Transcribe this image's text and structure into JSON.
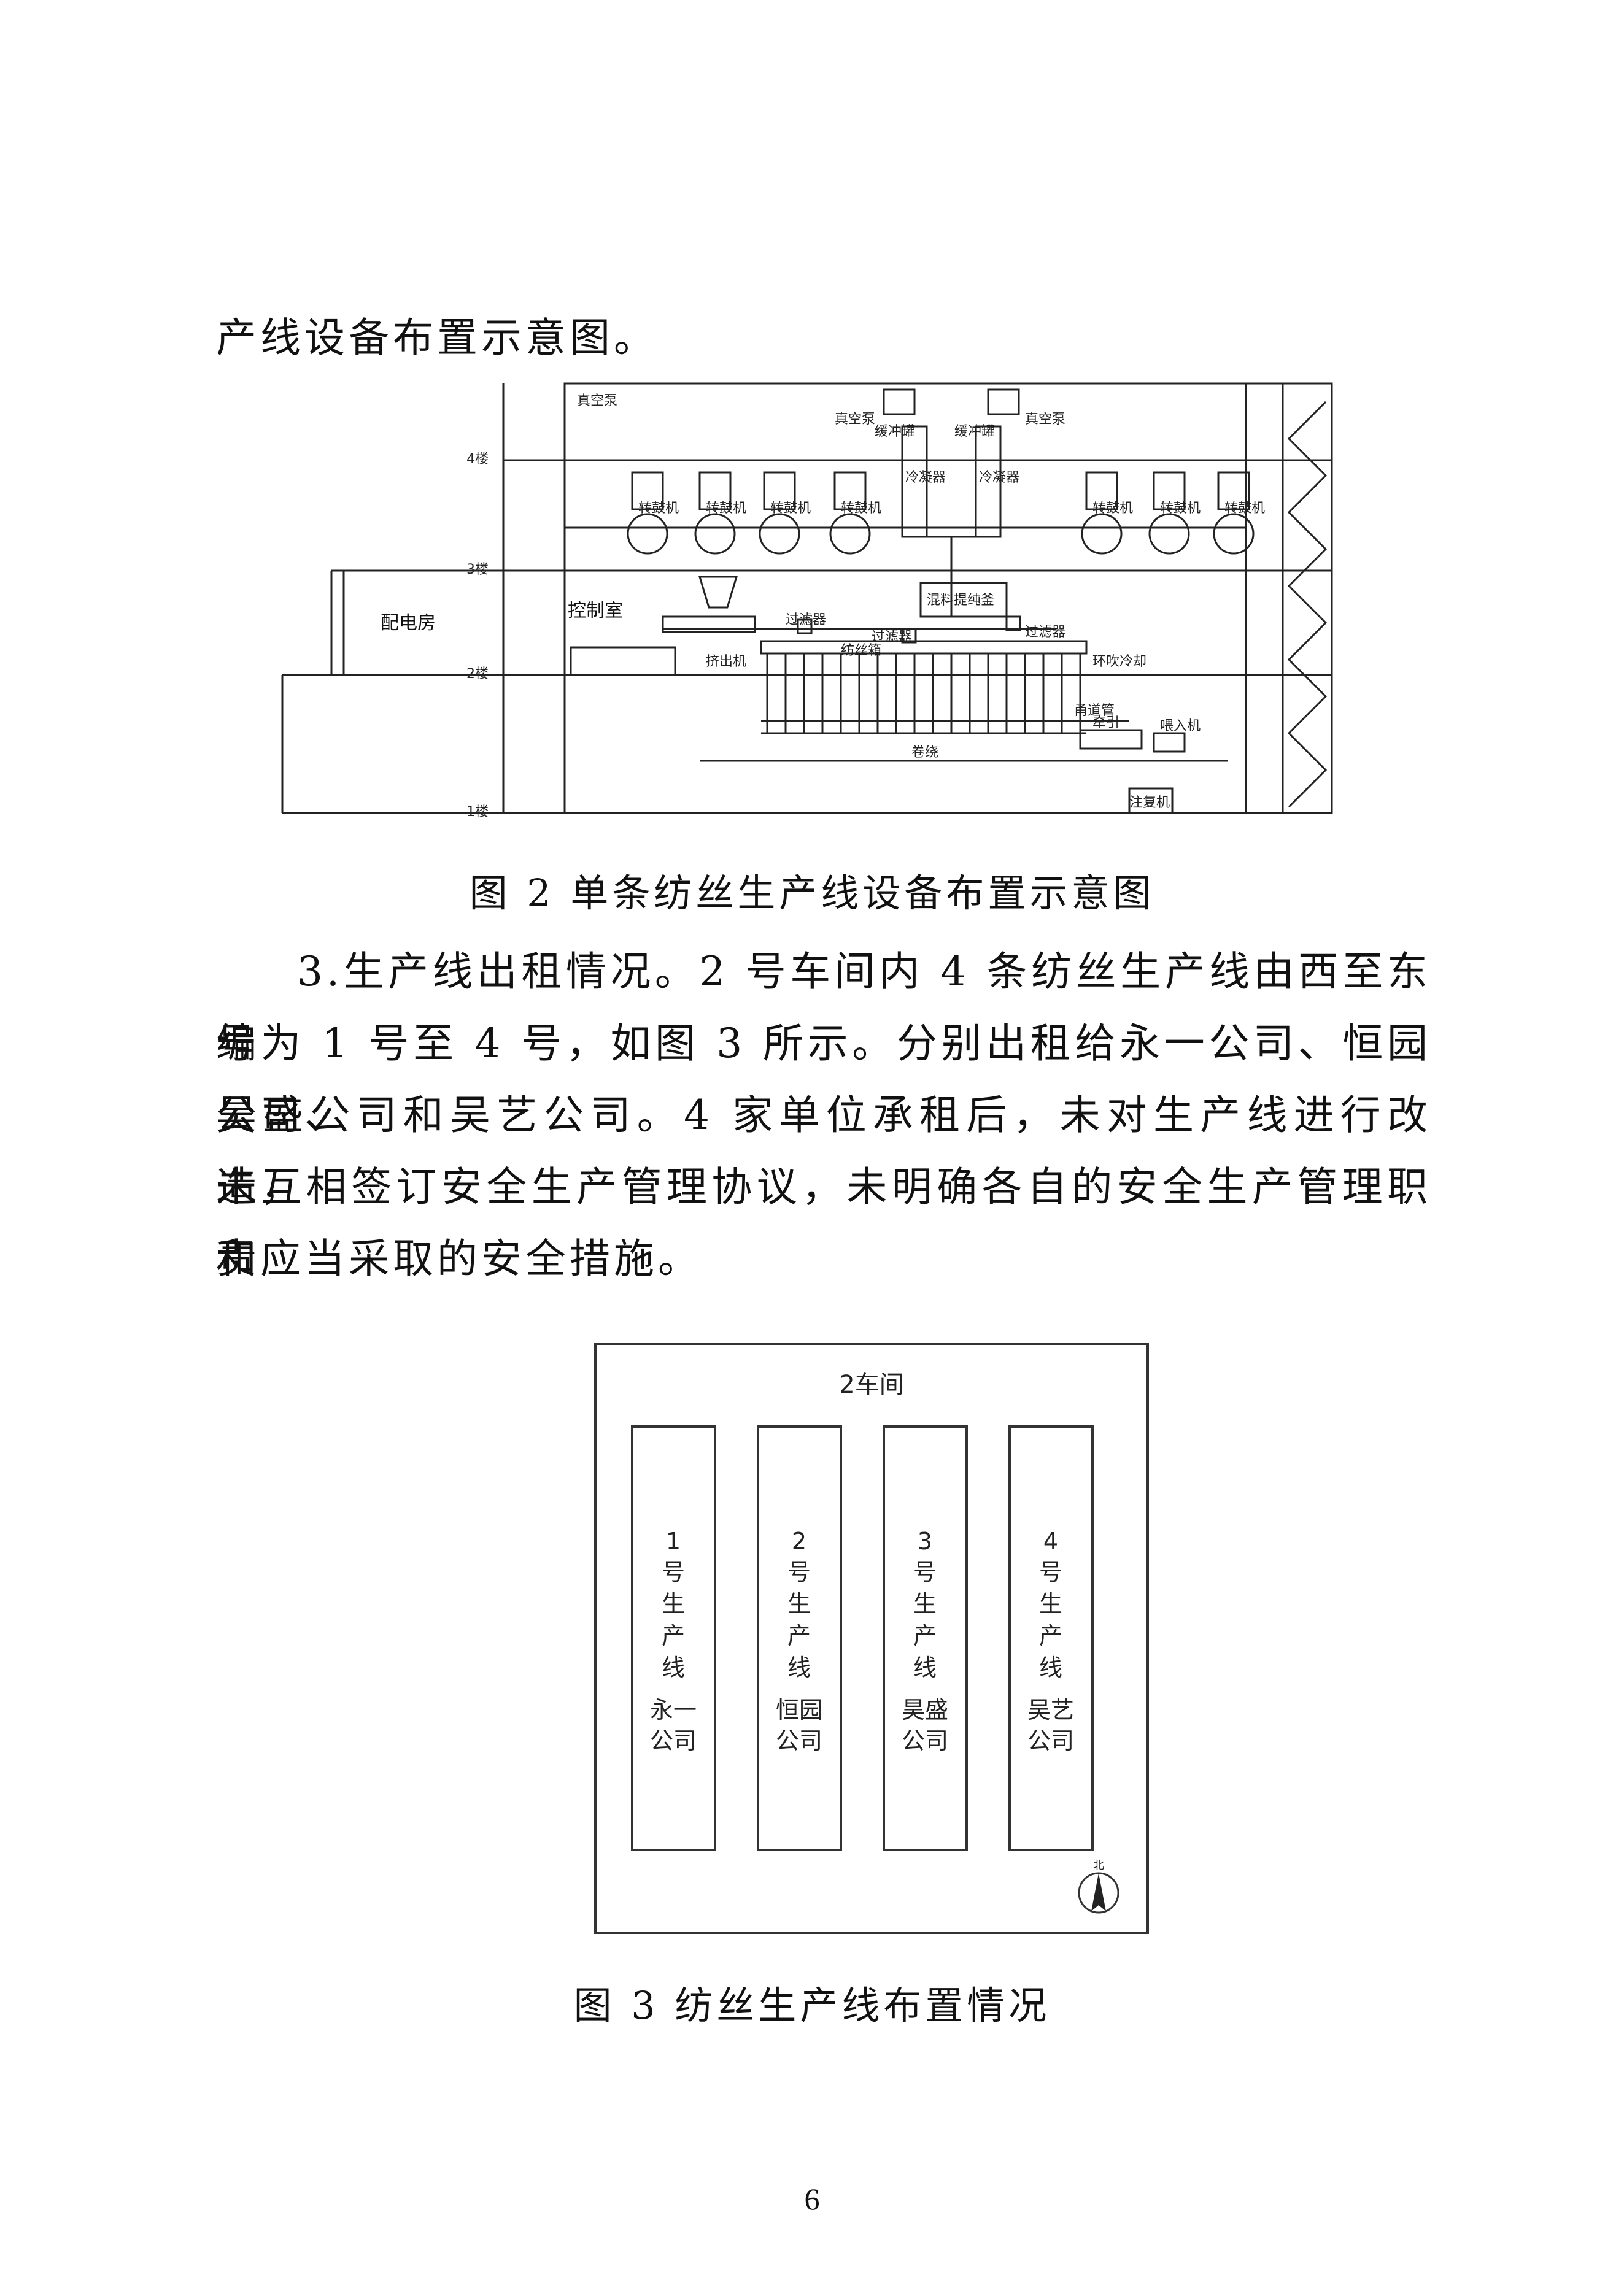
{
  "top_paragraph": "产线设备布置示意图。",
  "fig2": {
    "caption": "图 2  单条纺丝生产线设备布置示意图",
    "floors": [
      "4楼",
      "3楼",
      "2楼",
      "1楼"
    ],
    "room_power": "配电房",
    "room_control": "控制室",
    "drum_label": "转鼓机",
    "condenser_label": "冷凝器",
    "vacuum_pump": "真空泵",
    "buffer_tank": "缓冲罐",
    "extruder": "挤出机",
    "filter": "过滤器",
    "spin_box": "纺丝箱",
    "prep_kettle": "混料提纯釜",
    "ring_cooling": "环吹冷却",
    "channel_tube": "甬道管",
    "traction": "牵引",
    "feeder": "喂入机",
    "winding": "卷绕",
    "recovery": "注复机"
  },
  "section3": {
    "lines": [
      "3.生产线出租情况。2 号车间内 4 条纺丝生产线由西至东编",
      "号为 1 号至 4 号，如图 3 所示。分别出租给永一公司、恒园公司、",
      "昊盛公司和吴艺公司。4 家单位承租后，未对生产线进行改造，",
      "未互相签订安全生产管理协议，未明确各自的安全生产管理职责",
      "和应当采取的安全措施。"
    ]
  },
  "fig3": {
    "title": "2车间",
    "lines": [
      {
        "num": "1",
        "label": "号生产线",
        "company": [
          "永一",
          "公司"
        ]
      },
      {
        "num": "2",
        "label": "号生产线",
        "company": [
          "恒园",
          "公司"
        ]
      },
      {
        "num": "3",
        "label": "号生产线",
        "company": [
          "昊盛",
          "公司"
        ]
      },
      {
        "num": "4",
        "label": "号生产线",
        "company": [
          "吴艺",
          "公司"
        ]
      }
    ],
    "north": "北",
    "caption": "图 3  纺丝生产线布置情况"
  },
  "page_number": "6"
}
